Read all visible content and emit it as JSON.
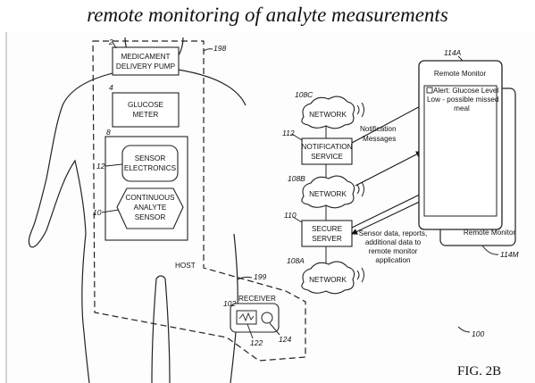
{
  "title": "remote monitoring of analyte measurements",
  "figure_label": "FIG. 2B",
  "host_label": "HOST",
  "boxes": {
    "pump": [
      "MEDICAMENT",
      "DELIVERY PUMP"
    ],
    "meter": [
      "GLUCOSE",
      "METER"
    ],
    "sensor_electronics": [
      "SENSOR",
      "ELECTRONICS"
    ],
    "cas": [
      "CONTINUOUS",
      "ANALYTE",
      "SENSOR"
    ],
    "receiver": "RECEIVER",
    "notification": [
      "NOTIFICATION",
      "SERVICE"
    ],
    "server": [
      "SECURE",
      "SERVER"
    ]
  },
  "network_label": "NETWORK",
  "notes": {
    "notification_messages": [
      "Notification",
      "Messages"
    ],
    "sensor_data": [
      "Sensor data, reports,",
      "additional data to",
      "remote monitor",
      "application"
    ]
  },
  "remote_monitor": {
    "title": "Remote Monitor",
    "alert": [
      "Alert: Glucose Level",
      "Low - possible missed",
      "meal"
    ],
    "back_title": "Remote Monitor"
  },
  "refs": {
    "r2": "2",
    "r4": "4",
    "r8": "8",
    "r12": "12",
    "r10": "10",
    "r198": "198",
    "r199": "199",
    "r102": "102",
    "r122": "122",
    "r124": "124",
    "r108c": "108C",
    "r108b": "108B",
    "r108a": "108A",
    "r112": "112",
    "r110": "110",
    "r114a": "114A",
    "r114m": "114M",
    "r100": "100"
  }
}
